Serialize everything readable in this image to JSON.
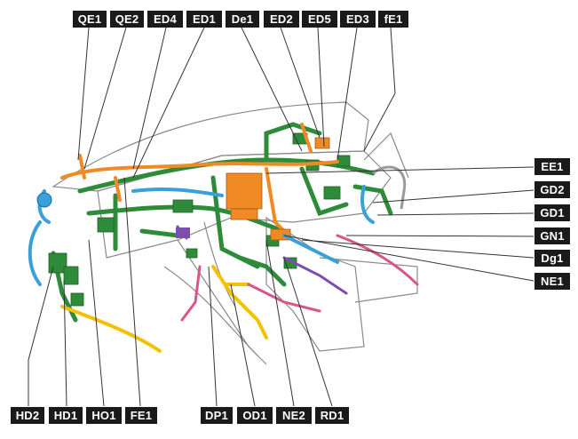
{
  "labels": {
    "top": [
      "QE1",
      "QE2",
      "ED4",
      "ED1",
      "De1",
      "ED2",
      "ED5",
      "ED3",
      "fE1"
    ],
    "right": [
      "EE1",
      "GD2",
      "GD1",
      "GN1",
      "Dg1",
      "NE1"
    ],
    "bottom": [
      "HD2",
      "HD1",
      "HO1",
      "FE1",
      "DP1",
      "OD1",
      "NE2",
      "RD1"
    ]
  },
  "colors": {
    "label_bg": "#1a1a1a",
    "label_text": "#ffffff",
    "harness_green": "#2e8b3a",
    "harness_orange": "#f08a24",
    "harness_blue": "#3aa0d8",
    "harness_yellow": "#f2c200",
    "harness_pink": "#d9558a",
    "harness_purple": "#7a4fb0",
    "outline": "#7a7a7a"
  }
}
